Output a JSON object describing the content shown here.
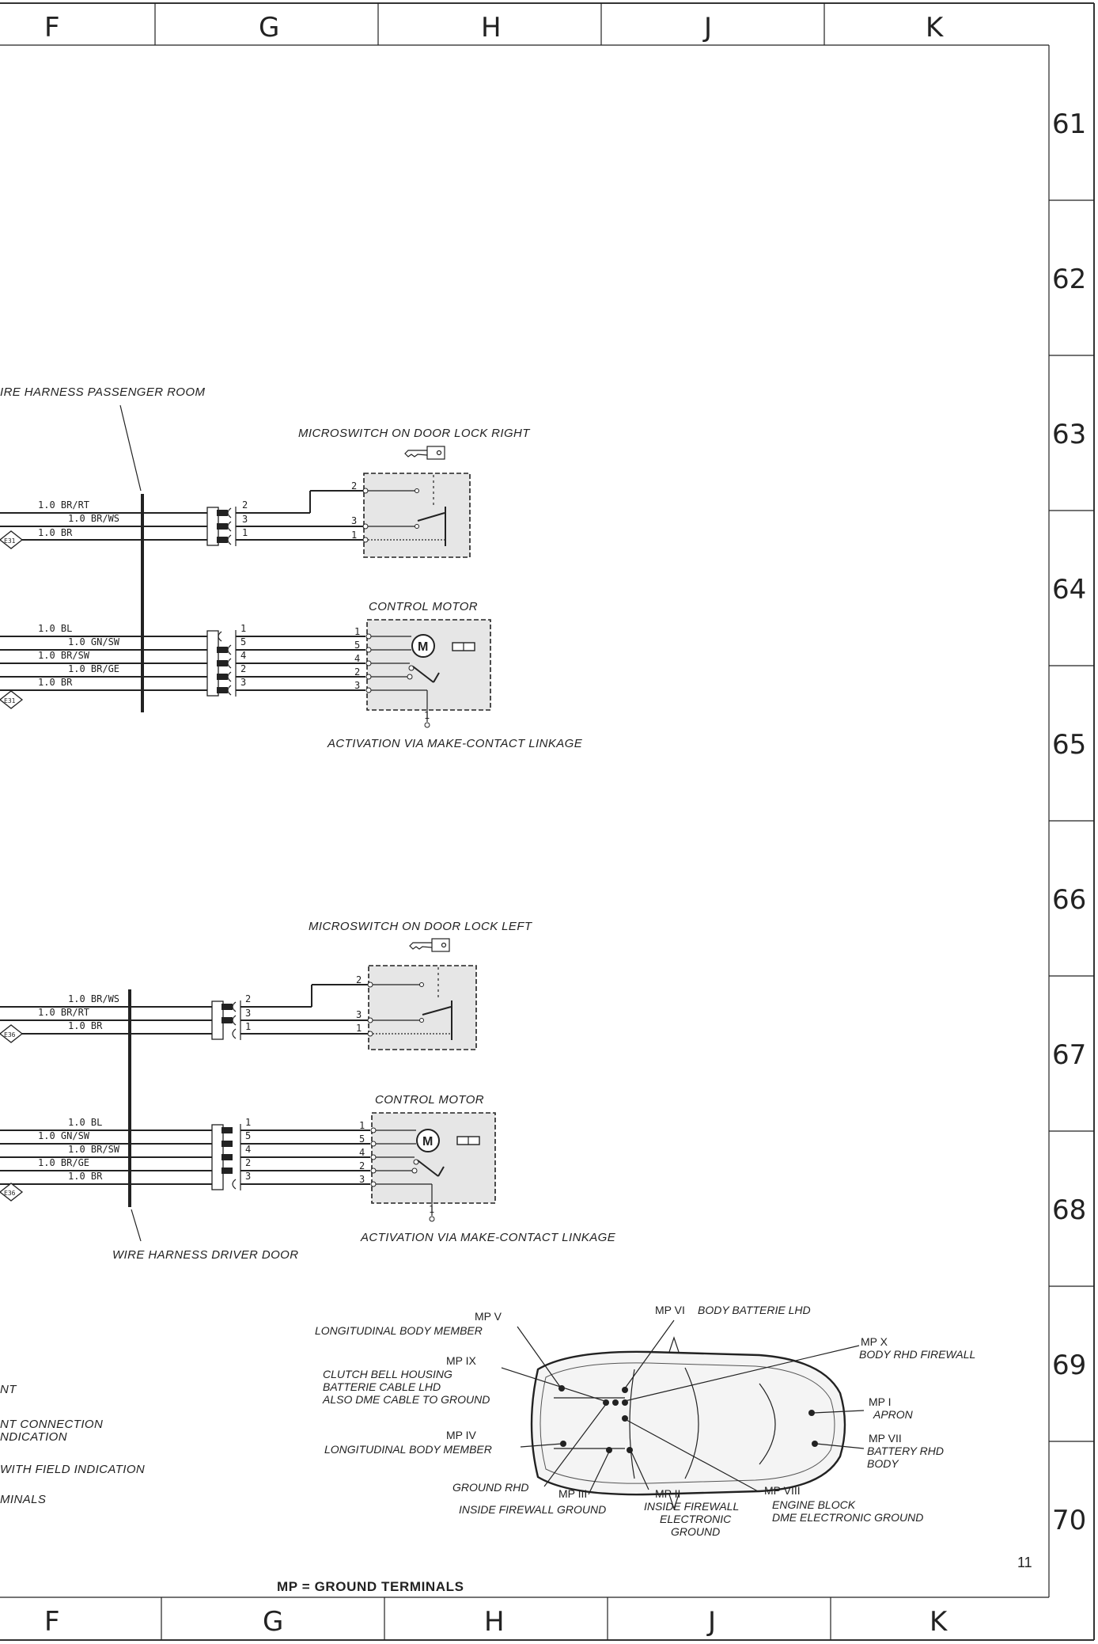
{
  "columns": [
    "F",
    "G",
    "H",
    "J",
    "K"
  ],
  "rows": [
    "61",
    "62",
    "63",
    "64",
    "65",
    "66",
    "67",
    "68",
    "69",
    "70"
  ],
  "page_number": "11",
  "footer": "MP = GROUND TERMINALS",
  "harness": {
    "passenger_label": "IRE HARNESS PASSENGER ROOM",
    "driver_label": "WIRE HARNESS DRIVER DOOR"
  },
  "components": {
    "microswitch_right": "MICROSWITCH ON DOOR LOCK RIGHT",
    "control_motor_right": "CONTROL MOTOR",
    "activation_right": "ACTIVATION VIA MAKE-CONTACT LINKAGE",
    "microswitch_left": "MICROSWITCH ON DOOR LOCK LEFT",
    "control_motor_left": "CONTROL MOTOR",
    "activation_left": "ACTIVATION VIA MAKE-CONTACT LINKAGE",
    "motor_symbol": "M"
  },
  "ground_refs": {
    "upper": "E31",
    "lower": "E36"
  },
  "wires": {
    "sw_right": [
      "1.0 BR/RT",
      "1.0 BR/WS",
      "1.0 BR"
    ],
    "motor_right": [
      "1.0 BL",
      "1.0 GN/SW",
      "1.0 BR/SW",
      "1.0 BR/GE",
      "1.0 BR"
    ],
    "sw_left": [
      "1.0 BR/WS",
      "1.0 BR/RT",
      "1.0 BR"
    ],
    "motor_left": [
      "1.0 BL",
      "1.0 GN/SW",
      "1.0 BR/SW",
      "1.0 BR/GE",
      "1.0 BR"
    ]
  },
  "pins": {
    "sw_plug": [
      "2",
      "3",
      "1"
    ],
    "motor_plug": [
      "1",
      "5",
      "4",
      "2",
      "3"
    ],
    "sw_device_right": [
      "2",
      "3",
      "1"
    ],
    "motor_device": [
      "1",
      "5",
      "4",
      "2",
      "3"
    ],
    "sw_device_left": [
      "2",
      "3",
      "1"
    ],
    "bottom_pin": "1"
  },
  "legend_fragments": [
    "NT",
    "NT CONNECTION",
    "NDICATION",
    "WITH FIELD INDICATION",
    "MINALS"
  ],
  "ground_points": {
    "mp5": {
      "id": "MP V",
      "desc": "LONGITUDINAL BODY MEMBER"
    },
    "mp6": {
      "id": "MP VI",
      "desc": "BODY BATTERIE LHD"
    },
    "mp10": {
      "id": "MP X",
      "desc": "BODY RHD FIREWALL"
    },
    "mp9": {
      "id": "MP IX",
      "desc": [
        "CLUTCH BELL HOUSING",
        "BATTERIE CABLE LHD",
        "ALSO DME CABLE TO GROUND"
      ]
    },
    "mp1": {
      "id": "MP I",
      "desc": "APRON"
    },
    "mp4": {
      "id": "MP IV",
      "desc": "LONGITUDINAL BODY MEMBER"
    },
    "mp7": {
      "id": "MP VII",
      "desc": [
        "BATTERY RHD",
        "BODY"
      ]
    },
    "mp3": {
      "id": "MP III",
      "desc": [
        "GROUND RHD",
        "INSIDE FIREWALL GROUND"
      ]
    },
    "mp2": {
      "id": "MP II",
      "desc": [
        "INSIDE FIREWALL",
        "ELECTRONIC",
        "GROUND"
      ]
    },
    "mp8": {
      "id": "MP VIII",
      "desc": [
        "ENGINE BLOCK",
        "DME ELECTRONIC GROUND"
      ]
    }
  }
}
